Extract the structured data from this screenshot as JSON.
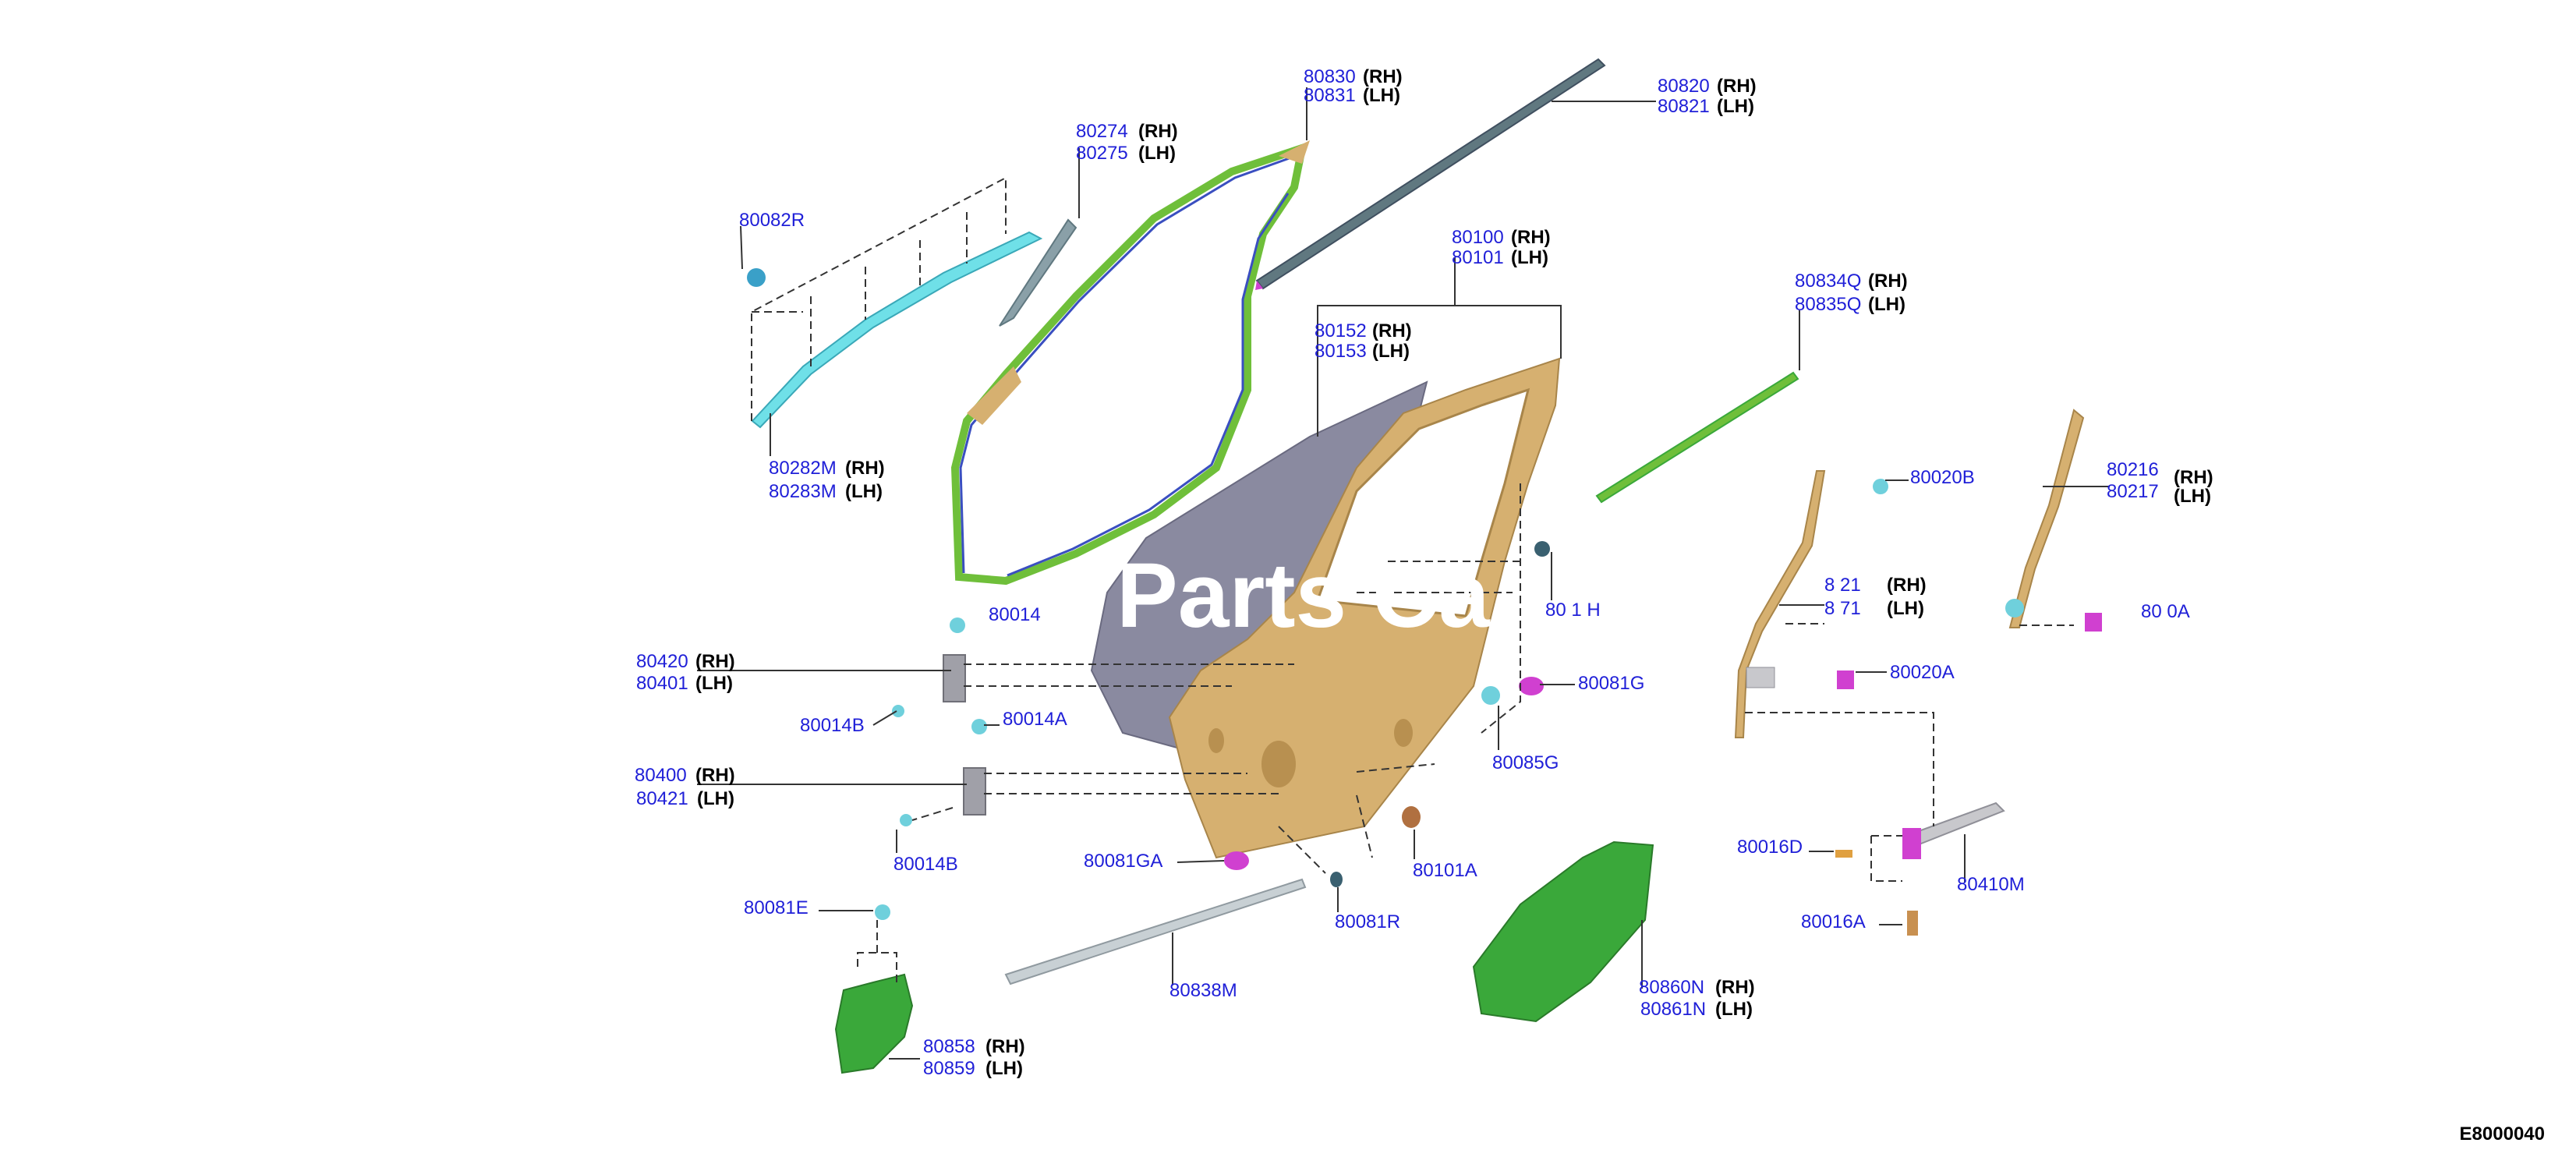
{
  "watermark": "Parts Ca",
  "diagram_id": "E8000040",
  "colors": {
    "part_code": "#2020d8",
    "side_label": "#000000",
    "door_outer": "#8a8aa0",
    "door_inner": "#d6b070",
    "weatherstrip": "#6fbf3a",
    "seal_blue": "#3a4fc0",
    "trim_cyan": "#6fe0e8",
    "clip": "#6fd0dc",
    "plug_magenta": "#d040d0",
    "plug_brown": "#b07040",
    "cover_green": "#3aa83a",
    "hinge_gray": "#a0a0a8"
  },
  "callouts": [
    {
      "id": "c1",
      "codes": [
        "80830",
        "80831"
      ],
      "sides": [
        "(RH)",
        "(LH)"
      ]
    },
    {
      "id": "c2",
      "codes": [
        "80820",
        "80821"
      ],
      "sides": [
        "(RH)",
        "(LH)"
      ]
    },
    {
      "id": "c3",
      "codes": [
        "80274",
        "80275"
      ],
      "sides": [
        "(RH)",
        "(LH)"
      ]
    },
    {
      "id": "c4",
      "codes": [
        "80082R"
      ],
      "sides": []
    },
    {
      "id": "c5",
      "codes": [
        "80100",
        "80101"
      ],
      "sides": [
        "(RH)",
        "(LH)"
      ]
    },
    {
      "id": "c6",
      "codes": [
        "80834Q",
        "80835Q"
      ],
      "sides": [
        "(RH)",
        "(LH)"
      ]
    },
    {
      "id": "c7",
      "codes": [
        "80152",
        "80153"
      ],
      "sides": [
        "(RH)",
        "(LH)"
      ]
    },
    {
      "id": "c8",
      "codes": [
        "80282M",
        "80283M"
      ],
      "sides": [
        "(RH)",
        "(LH)"
      ]
    },
    {
      "id": "c9",
      "codes": [
        "80020B"
      ],
      "sides": []
    },
    {
      "id": "c10",
      "codes": [
        "80216",
        "80217"
      ],
      "sides": [
        "(RH)",
        "(LH)"
      ]
    },
    {
      "id": "c11",
      "codes": [
        "8 21",
        "8 71"
      ],
      "sides": [
        "(RH)",
        "(LH)"
      ]
    },
    {
      "id": "c12",
      "codes": [
        "80 0A"
      ],
      "sides": []
    },
    {
      "id": "c13",
      "codes": [
        "80 1 H"
      ],
      "sides": []
    },
    {
      "id": "c14",
      "codes": [
        "80014"
      ],
      "sides": []
    },
    {
      "id": "c15",
      "codes": [
        "80420",
        "80401"
      ],
      "sides": [
        "(RH)",
        "(LH)"
      ]
    },
    {
      "id": "c16",
      "codes": [
        "80020A"
      ],
      "sides": []
    },
    {
      "id": "c17",
      "codes": [
        "80081G"
      ],
      "sides": []
    },
    {
      "id": "c18",
      "codes": [
        "80014B"
      ],
      "sides": []
    },
    {
      "id": "c19",
      "codes": [
        "80014A"
      ],
      "sides": []
    },
    {
      "id": "c20",
      "codes": [
        "80400",
        "80421"
      ],
      "sides": [
        "(RH)",
        "(LH)"
      ]
    },
    {
      "id": "c21",
      "codes": [
        "80085G"
      ],
      "sides": []
    },
    {
      "id": "c22",
      "codes": [
        "80016D"
      ],
      "sides": []
    },
    {
      "id": "c23",
      "codes": [
        "80014B"
      ],
      "sides": []
    },
    {
      "id": "c24",
      "codes": [
        "80081GA"
      ],
      "sides": []
    },
    {
      "id": "c25",
      "codes": [
        "80101A"
      ],
      "sides": []
    },
    {
      "id": "c26",
      "codes": [
        "80410M"
      ],
      "sides": []
    },
    {
      "id": "c27",
      "codes": [
        "80081E"
      ],
      "sides": []
    },
    {
      "id": "c28",
      "codes": [
        "80081R"
      ],
      "sides": []
    },
    {
      "id": "c29",
      "codes": [
        "80016A"
      ],
      "sides": []
    },
    {
      "id": "c30",
      "codes": [
        "80838M"
      ],
      "sides": []
    },
    {
      "id": "c31",
      "codes": [
        "80860N",
        "80861N"
      ],
      "sides": [
        "(RH)",
        "(LH)"
      ]
    },
    {
      "id": "c32",
      "codes": [
        "80858",
        "80859"
      ],
      "sides": [
        "(RH)",
        "(LH)"
      ]
    }
  ]
}
